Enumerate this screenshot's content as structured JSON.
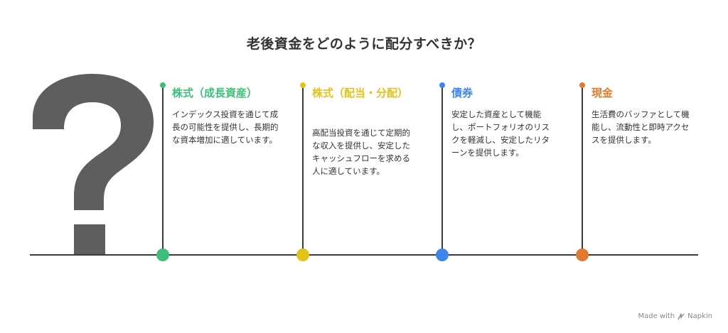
{
  "title": "老後資金をどのように配分すべきか？",
  "colors": {
    "green": "#3dbf7a",
    "yellow": "#e2c31a",
    "blue": "#3f86e8",
    "orange": "#e07a2e",
    "line": "#3a3a3a",
    "qmark": "#5e5e5e"
  },
  "items": [
    {
      "title": "株式（成長資産）",
      "desc": "インデックス投資を通じて成長の可能性を提供し、長期的な資本増加に適しています。"
    },
    {
      "title": "株式（配当・分配）",
      "desc": "高配当投資を通じて定期的な収入を提供し、安定したキャッシュフローを求める人に適しています。"
    },
    {
      "title": "債券",
      "desc": "安定した資産として機能し、ポートフォリオのリスクを軽減し、安定したリターンを提供します。"
    },
    {
      "title": "現金",
      "desc": "生活費のバッファとして機能し、流動性と即時アクセスを提供します。"
    }
  ],
  "footer": {
    "made_with": "Made with",
    "brand": "Napkin"
  }
}
